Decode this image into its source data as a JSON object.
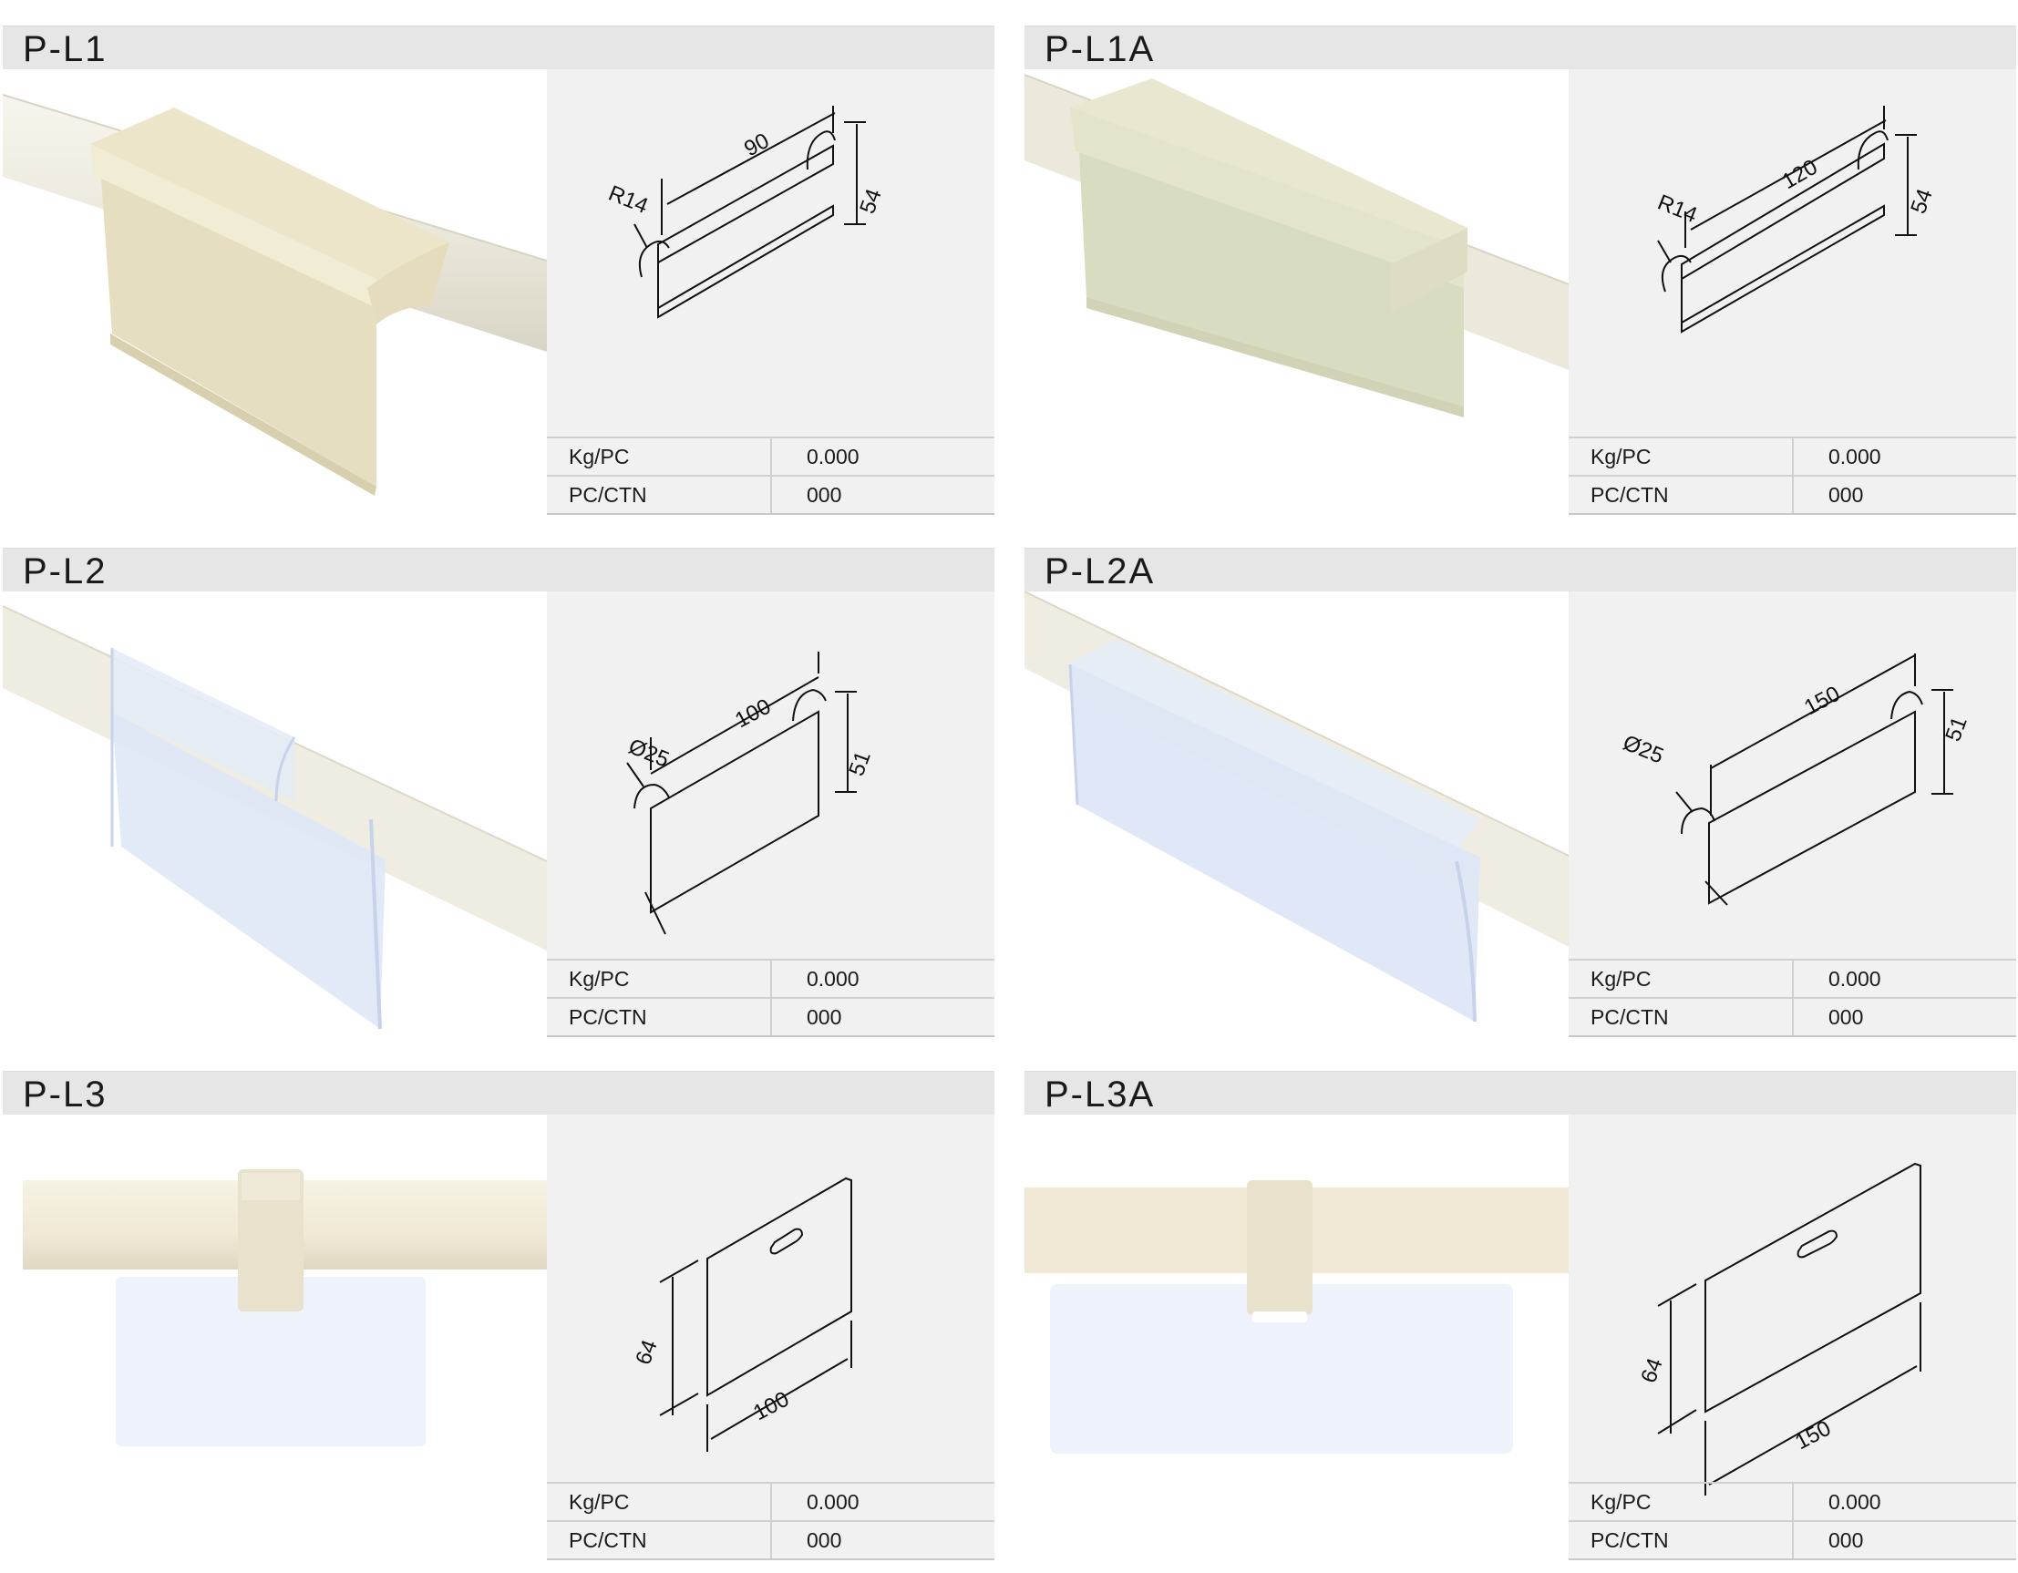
{
  "products": [
    {
      "code": "P-L1",
      "specs": [
        {
          "label": "Kg/PC",
          "value": "0.000"
        },
        {
          "label": "PC/CTN",
          "value": "000"
        }
      ],
      "dimensions": {
        "radius": "R14",
        "width": "90",
        "height": "54"
      }
    },
    {
      "code": "P-L1A",
      "specs": [
        {
          "label": "Kg/PC",
          "value": "0.000"
        },
        {
          "label": "PC/CTN",
          "value": "000"
        }
      ],
      "dimensions": {
        "radius": "R14",
        "width": "120",
        "height": "54"
      }
    },
    {
      "code": "P-L2",
      "specs": [
        {
          "label": "Kg/PC",
          "value": "0.000"
        },
        {
          "label": "PC/CTN",
          "value": "000"
        }
      ],
      "dimensions": {
        "diameter": "Ø25",
        "width": "100",
        "height": "51"
      }
    },
    {
      "code": "P-L2A",
      "specs": [
        {
          "label": "Kg/PC",
          "value": "0.000"
        },
        {
          "label": "PC/CTN",
          "value": "000"
        }
      ],
      "dimensions": {
        "diameter": "Ø25",
        "width": "150",
        "height": "51"
      }
    },
    {
      "code": "P-L3",
      "specs": [
        {
          "label": "Kg/PC",
          "value": "0.000"
        },
        {
          "label": "PC/CTN",
          "value": "000"
        }
      ],
      "dimensions": {
        "height": "64",
        "width": "100"
      }
    },
    {
      "code": "P-L3A",
      "specs": [
        {
          "label": "Kg/PC",
          "value": "0.000"
        },
        {
          "label": "PC/CTN",
          "value": "000"
        }
      ],
      "dimensions": {
        "height": "64",
        "width": "150"
      }
    }
  ],
  "colors": {
    "header_bg": "#e6e6e6",
    "drawing_bg": "#f1f1f1",
    "rail": "#efece2",
    "holder_cream": "#e9e2c6",
    "holder_clear": "#dfe8f6"
  }
}
